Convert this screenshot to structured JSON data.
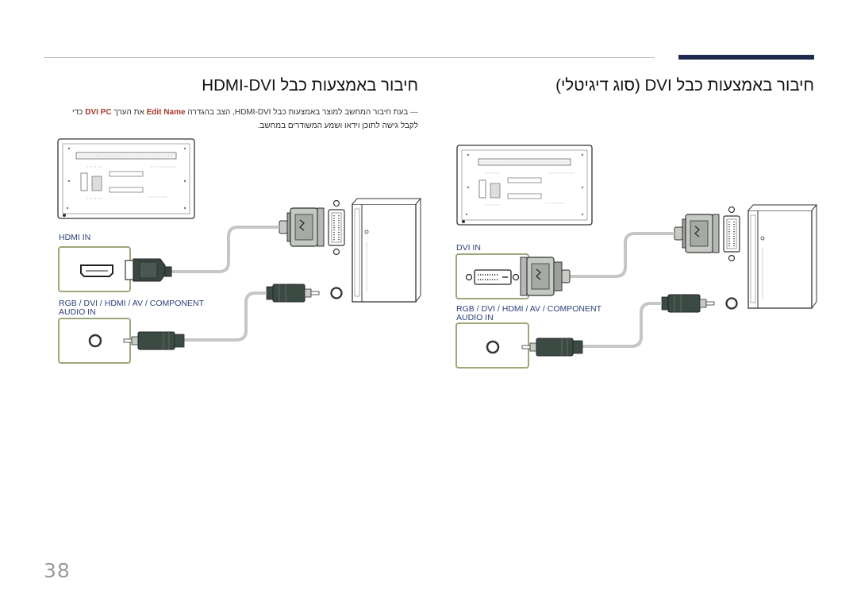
{
  "headings": {
    "left": "חיבור באמצעות כבל HDMI-DVI",
    "right": "חיבור באמצעות כבל DVI (סוג דיגיטלי)"
  },
  "note": {
    "dash": "―",
    "part1": " בעת חיבור המחשב למוצר באמצעות כבל HDMI-DVI, הצב בהגדרה ",
    "edit_name": "Edit Name",
    "part2": " את הערך ",
    "dvi_pc": "DVI PC",
    "part3": " כדי",
    "line2": "לקבל גישה לתוכן וידאו ושמע המשודרים במחשב."
  },
  "labels": {
    "hdmi_in": "HDMI IN",
    "audio_left_line1": "RGB / DVI / HDMI / AV / COMPONENT",
    "audio_left_line2": "AUDIO IN",
    "dvi_in": "DVI IN",
    "audio_right_line1": "RGB / DVI / HDMI / AV / COMPONENT",
    "audio_right_line2": "AUDIO IN"
  },
  "colors": {
    "accent_bar": "#202a4e",
    "keyword": "#a63a2c",
    "port_label": "#2c3f7a",
    "port_frame": "#9aa87a",
    "cable_plug": "#3c4a44"
  },
  "page_number": "38"
}
